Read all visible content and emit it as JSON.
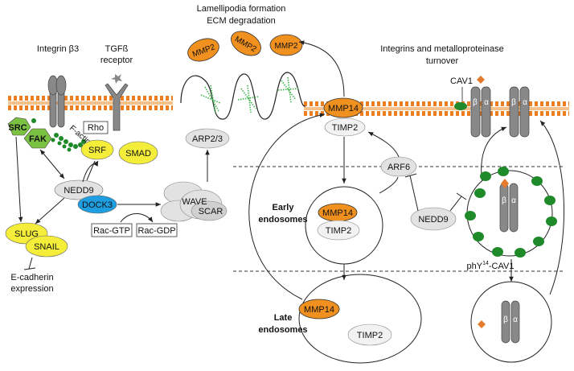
{
  "top_labels": {
    "lamellipodia": "Lamellipodia formation",
    "ecm": "ECM degradation",
    "integrins_turnover_1": "Integrins and metalloproteinase",
    "integrins_turnover_2": "turnover",
    "integrin_b3": "Integrin β3",
    "tgfb_1": "TGFß",
    "tgfb_2": "receptor"
  },
  "proteins": {
    "mmp2_a": "MMP2",
    "mmp2_b": "MMP2",
    "mmp2_c": "MMP2",
    "mmp14_membrane": "MMP14",
    "timp2_membrane": "TIMP2",
    "mmp14_early": "MMP14",
    "timp2_early": "TIMP2",
    "mmp14_late": "MMP14",
    "timp2_late": "TIMP2",
    "arf6": "ARF6",
    "nedd9_right": "NEDD9",
    "cav1": "CAV1",
    "phy_cav1_prefix": "phY",
    "phy_cav1_sup": "14",
    "phy_cav1_suffix": "-CAV1",
    "src": "SRC",
    "fak": "FAK",
    "rho": "Rho",
    "factin": "F-actin",
    "srf": "SRF",
    "smad": "SMAD",
    "nedd9_left": "NEDD9",
    "dock3": "DOCK3",
    "slug": "SLUG",
    "snail": "SNAIL",
    "ecad_1": "E-cadherin",
    "ecad_2": "expression",
    "arp23": "ARP2/3",
    "wave": "WAVE",
    "scar": "SCAR",
    "racgtp": "Rac-GTP",
    "racgdp": "Rac-GDP"
  },
  "compartments": {
    "early_1": "Early",
    "early_2": "endosomes",
    "late_1": "Late",
    "late_2": "endosomes"
  },
  "integrin_labels": {
    "beta": "β",
    "alpha": "α"
  },
  "colors": {
    "membrane_orange": "#ee7d1f",
    "mmp_orange": "#f0901e",
    "yellow": "#f4ee3a",
    "green": "#7cc242",
    "dark_green": "#1f8a2a",
    "blue": "#1e9ee0",
    "grey_protein": "#e2e2e2",
    "integrin_grey": "#888888"
  }
}
